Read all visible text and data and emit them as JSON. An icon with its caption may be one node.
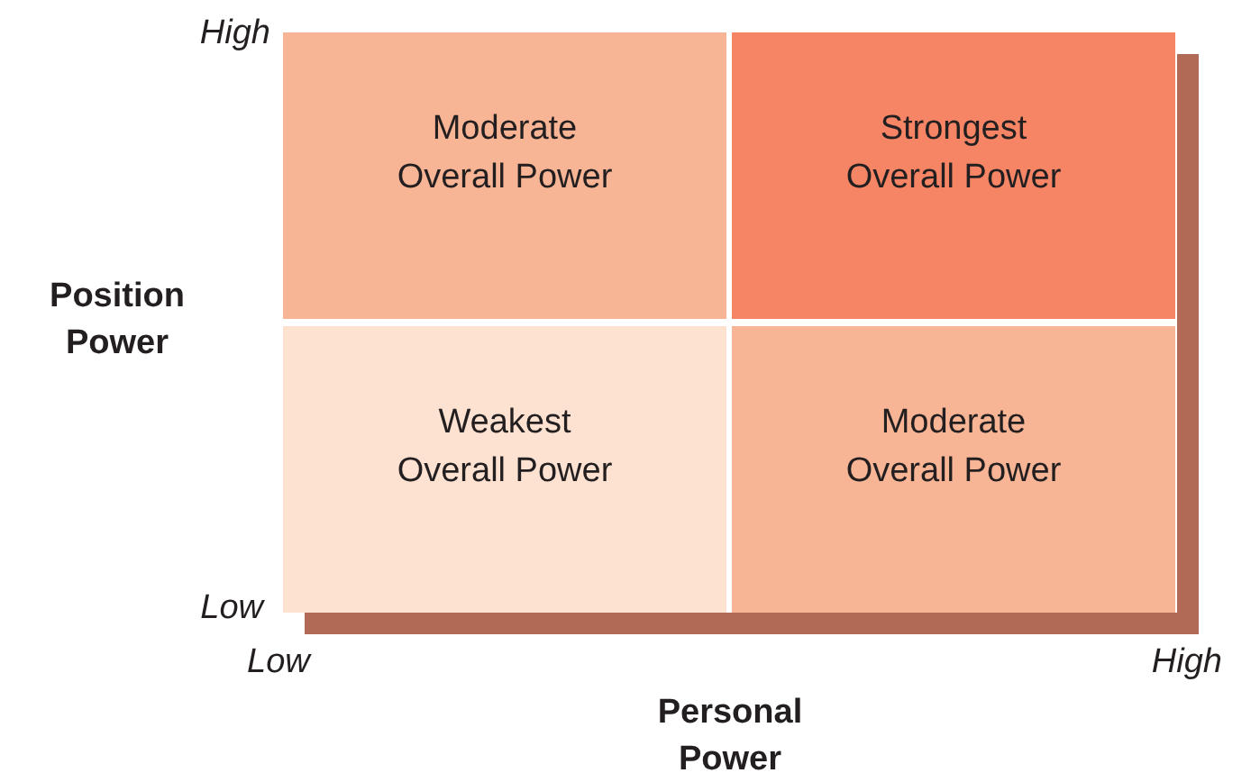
{
  "diagram": {
    "nodes": [
      {
        "text": [
          "Moderate Overall Power"
        ]
      },
      {
        "text": [
          "Strongest Overall Power"
        ]
      },
      {
        "text": [
          "Weakest Overall Power"
        ]
      },
      {
        "text": [
          "Moderate Overall Power"
        ]
      }
    ],
    "labels": [
      "High",
      "Position Power",
      "Low",
      "Low",
      "High",
      "Personal Power"
    ]
  }
}
